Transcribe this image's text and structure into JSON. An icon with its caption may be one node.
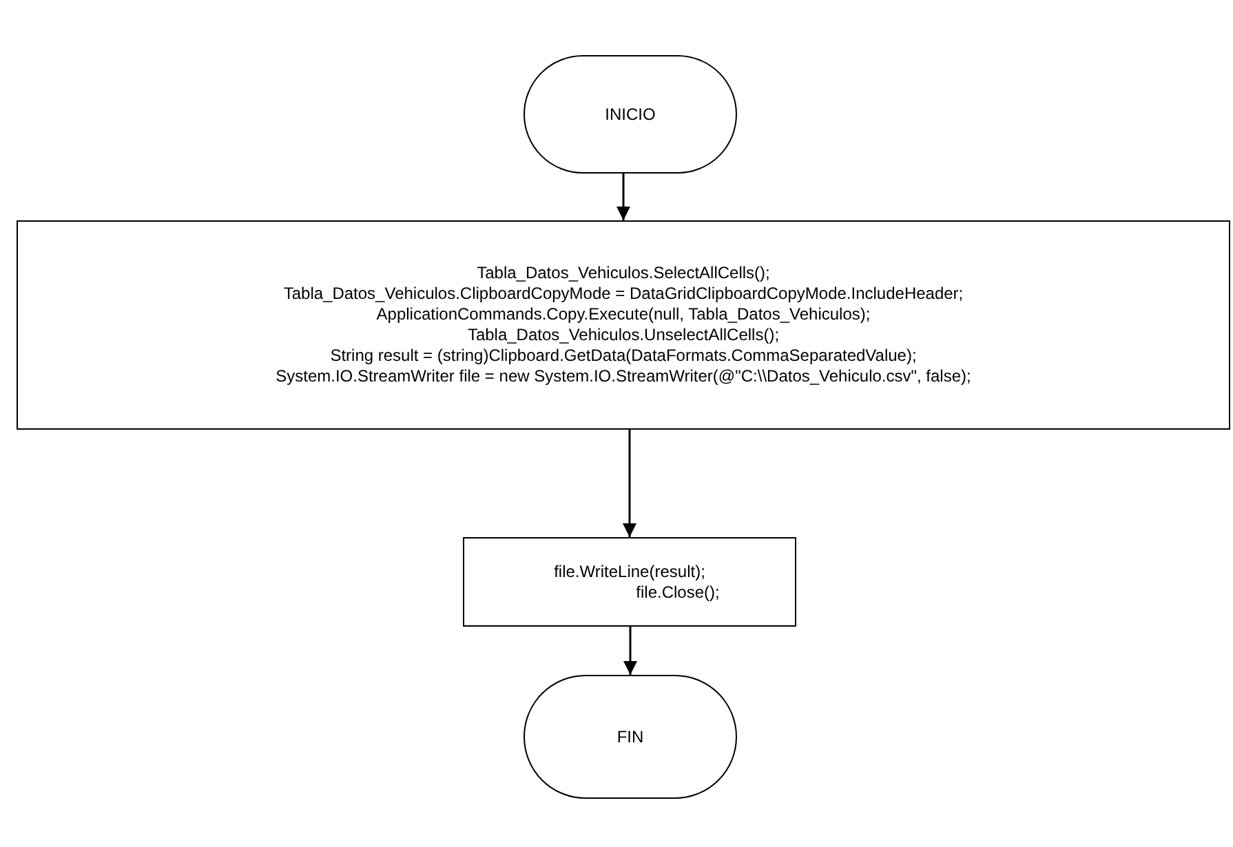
{
  "diagram": {
    "nodes": [
      {
        "text": [
          "INICIO"
        ]
      },
      {
        "text": [
          "Tabla_Datos_Vehiculos.SelectAllCells();",
          "Tabla_Datos_Vehiculos.ClipboardCopyMode = DataGridClipboardCopyMode.IncludeHeader;",
          "ApplicationCommands.Copy.Execute(null, Tabla_Datos_Vehiculos);",
          "Tabla_Datos_Vehiculos.UnselectAllCells();",
          "String result = (string)Clipboard.GetData(DataFormats.CommaSeparatedValue);",
          "System.IO.StreamWriter file = new System.IO.StreamWriter(@\"C:\\\\Datos_Vehiculo.csv\", false);"
        ]
      },
      {
        "text": [
          "file.WriteLine(result);",
          "file.Close();"
        ]
      },
      {
        "text": [
          "FIN"
        ]
      }
    ],
    "edges": [
      {
        "from": 0,
        "to": 1,
        "arrow": "to"
      },
      {
        "from": 1,
        "to": 2,
        "arrow": "to"
      },
      {
        "from": 2,
        "to": 3,
        "arrow": "to"
      }
    ]
  }
}
